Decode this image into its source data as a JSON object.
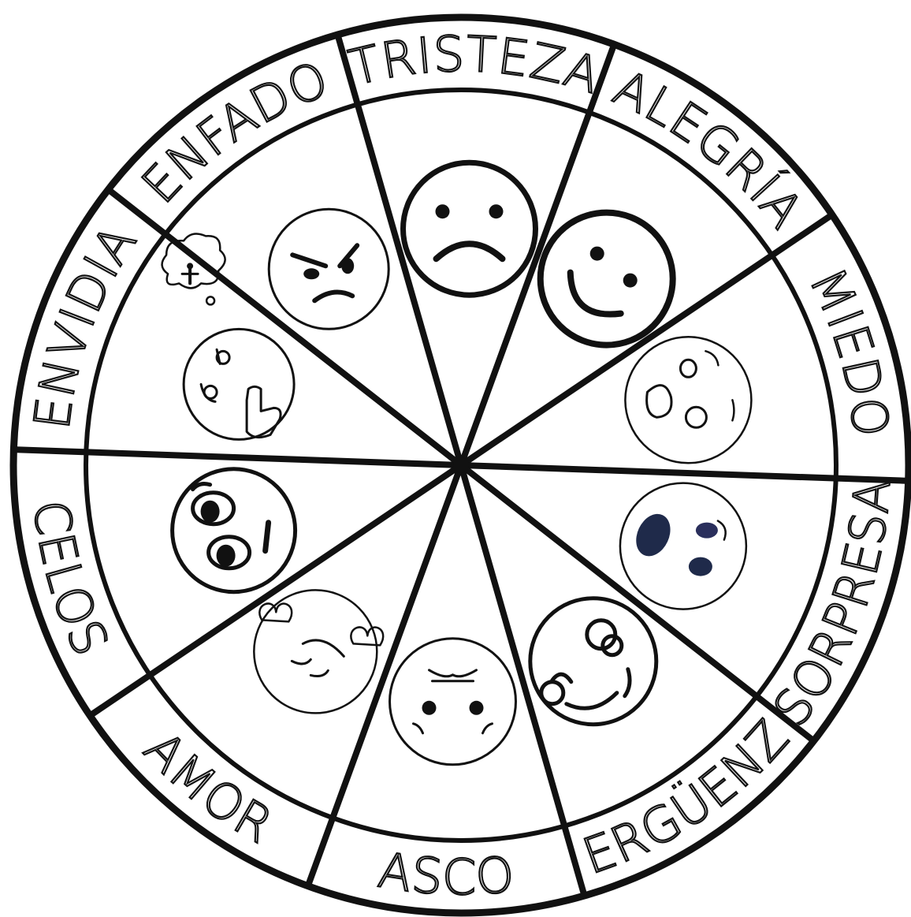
{
  "title": "",
  "emotions": [
    {
      "label": "TRISTEZA",
      "icon": "sad-face-icon"
    },
    {
      "label": "ALEGRÍA",
      "icon": "happy-face-icon"
    },
    {
      "label": "MIEDO",
      "icon": "fear-face-icon"
    },
    {
      "label": "SORPRESA",
      "icon": "surprise-face-icon"
    },
    {
      "label": "VERGÜENZA",
      "icon": "embarrassed-face-icon"
    },
    {
      "label": "ASCO",
      "icon": "disgust-face-icon"
    },
    {
      "label": "AMOR",
      "icon": "love-face-icon"
    },
    {
      "label": "CELOS",
      "icon": "jealous-face-icon"
    },
    {
      "label": "ENVIDIA",
      "icon": "envy-face-icon"
    },
    {
      "label": "ENFADO",
      "icon": "angry-face-icon"
    }
  ],
  "colors": {
    "line": "#111111",
    "background": "#ffffff",
    "surprise_accent": "#2a2f5c"
  }
}
